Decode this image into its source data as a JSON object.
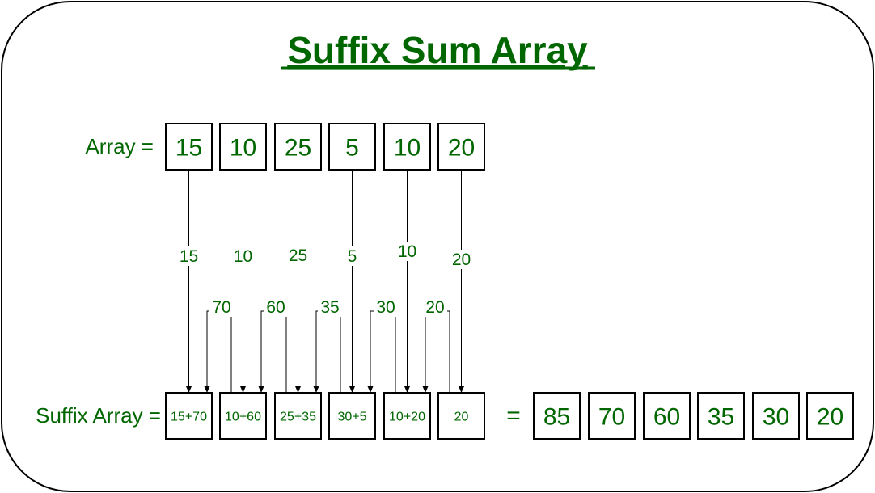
{
  "title": "Suffix Sum Array",
  "array_label": "Array =",
  "suffix_label": "Suffix Array =",
  "equals_sign": "=",
  "input_values": [
    "15",
    "10",
    "25",
    "5",
    "10",
    "20"
  ],
  "suffix_expressions": [
    "15+70",
    "10+60",
    "25+35",
    "30+5",
    "10+20",
    "20"
  ],
  "down_arrow_labels": [
    "15",
    "10",
    "25",
    "5",
    "10",
    "20"
  ],
  "carry_labels": [
    "70",
    "60",
    "35",
    "30",
    "20"
  ],
  "result_values": [
    "85",
    "70",
    "60",
    "35",
    "30",
    "20"
  ],
  "colors": {
    "text": "#006600",
    "stroke": "#000000",
    "background": "#ffffff"
  }
}
